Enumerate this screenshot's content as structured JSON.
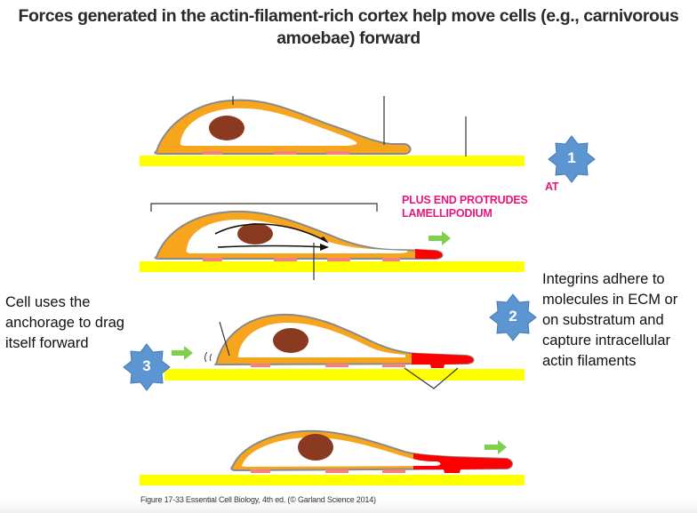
{
  "title": "Forces generated in the actin-filament-rich cortex help move cells (e.g., carnivorous amoebae) forward",
  "labels": {
    "at": "AT",
    "plus_end_line1": "PLUS END PROTRUDES",
    "plus_end_line2": "LAMELLIPODIUM"
  },
  "left_note": {
    "lines": [
      "Cell uses the",
      "anchorage to drag",
      "itself forward"
    ]
  },
  "right_note": {
    "lines": [
      "Integrins adhere to",
      "molecules in ECM or",
      "on substratum and",
      "capture intracellular",
      "actin filaments"
    ]
  },
  "steps": [
    {
      "number": "1"
    },
    {
      "number": "2"
    },
    {
      "number": "3"
    }
  ],
  "caption": "Figure 17-33  Essential Cell Biology, 4th ed. (© Garland Science 2014)",
  "colors": {
    "cortex": "#f7a51c",
    "outline": "#8a8a8a",
    "nucleus": "#8b3a22",
    "substratum": "#ffff00",
    "lamellipodium": "#ff0000",
    "arrow": "#80d050",
    "star": "#5b95d2",
    "magenta": "#e6187e"
  }
}
